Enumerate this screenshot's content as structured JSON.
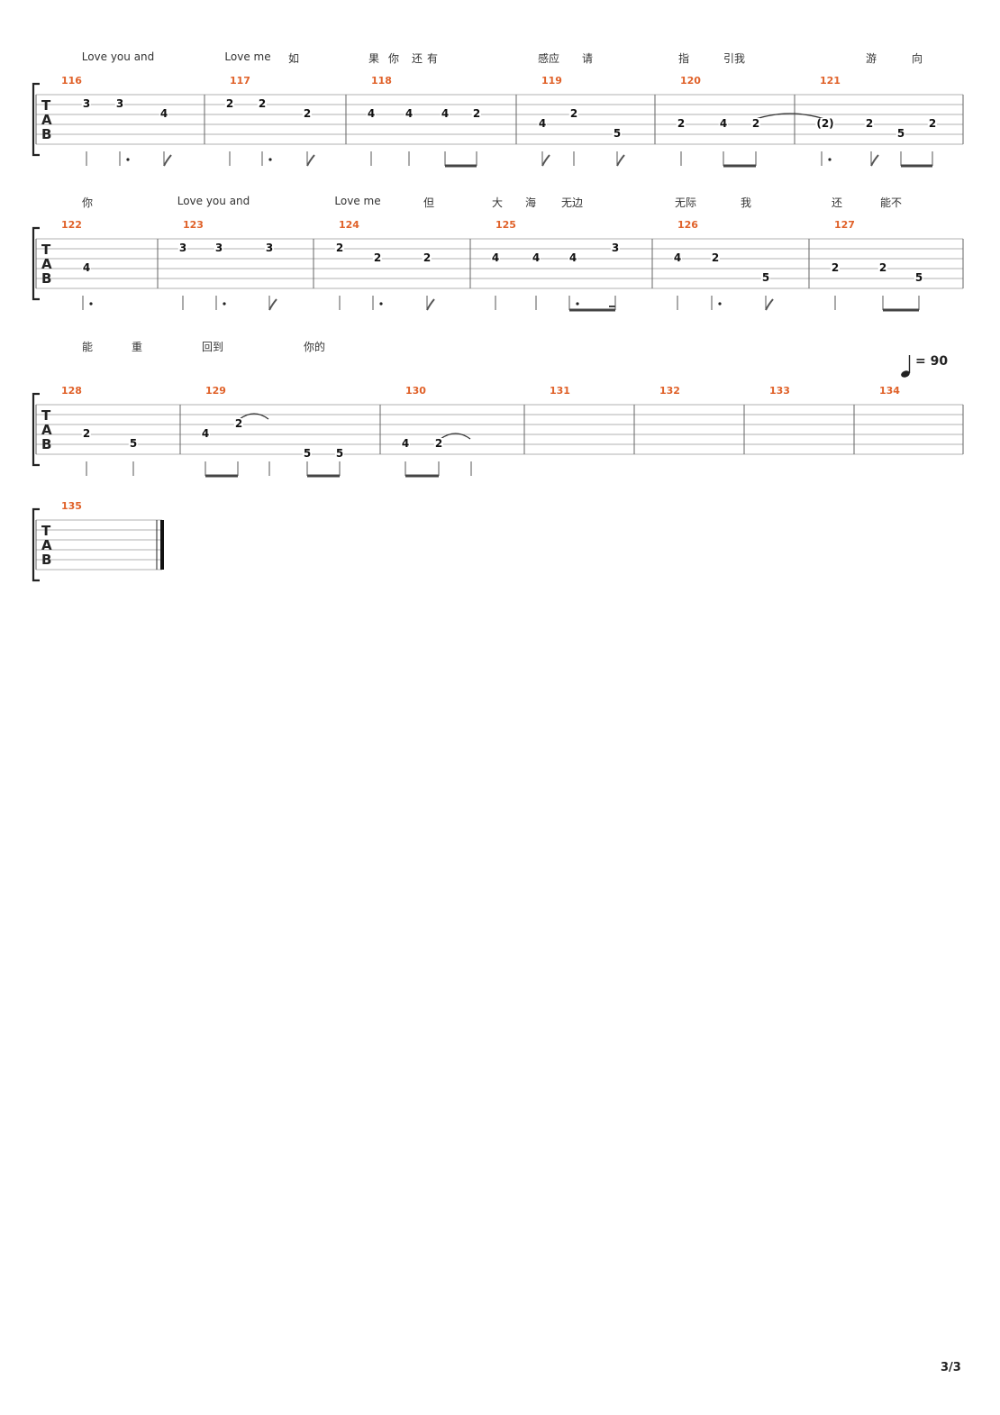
{
  "page": {
    "number": "3/3",
    "tab_label": [
      "T",
      "A",
      "B"
    ]
  },
  "tempo": {
    "bpm": "= 90"
  },
  "systems": [
    {
      "lyrics": [
        "Love you and",
        "Love me",
        "如",
        "果",
        "你",
        "还",
        "有",
        "感应",
        "请",
        "指",
        "引我",
        "游",
        "向"
      ],
      "measures": [
        {
          "number": "116",
          "notes": [
            {
              "s": 2,
              "f": "3"
            },
            {
              "s": 2,
              "f": "3"
            },
            {
              "s": 3,
              "f": "4"
            }
          ]
        },
        {
          "number": "117",
          "notes": [
            {
              "s": 2,
              "f": "2"
            },
            {
              "s": 2,
              "f": "2"
            },
            {
              "s": 3,
              "f": "2"
            }
          ]
        },
        {
          "number": "118",
          "notes": [
            {
              "s": 3,
              "f": "4"
            },
            {
              "s": 3,
              "f": "4"
            },
            {
              "s": 3,
              "f": "4"
            },
            {
              "s": 3,
              "f": "2"
            }
          ]
        },
        {
          "number": "119",
          "notes": [
            {
              "s": 4,
              "f": "4"
            },
            {
              "s": 3,
              "f": "2"
            },
            {
              "s": 5,
              "f": "5"
            }
          ]
        },
        {
          "number": "120",
          "notes": [
            {
              "s": 4,
              "f": "2"
            },
            {
              "s": 4,
              "f": "4"
            },
            {
              "s": 4,
              "f": "2"
            }
          ]
        },
        {
          "number": "121",
          "notes": [
            {
              "s": 4,
              "f": "(2)"
            },
            {
              "s": 4,
              "f": "2"
            },
            {
              "s": 5,
              "f": "5"
            },
            {
              "s": 4,
              "f": "2"
            }
          ]
        }
      ]
    },
    {
      "lyrics": [
        "你",
        "Love you and",
        "Love me",
        "但",
        "大",
        "海",
        "无边",
        "无际",
        "我",
        "还",
        "能不"
      ],
      "measures": [
        {
          "number": "122",
          "notes": [
            {
              "s": 4,
              "f": "4"
            }
          ]
        },
        {
          "number": "123",
          "notes": [
            {
              "s": 2,
              "f": "3"
            },
            {
              "s": 2,
              "f": "3"
            },
            {
              "s": 2,
              "f": "3"
            }
          ]
        },
        {
          "number": "124",
          "notes": [
            {
              "s": 2,
              "f": "2"
            },
            {
              "s": 3,
              "f": "2"
            },
            {
              "s": 3,
              "f": "2"
            }
          ]
        },
        {
          "number": "125",
          "notes": [
            {
              "s": 3,
              "f": "4"
            },
            {
              "s": 3,
              "f": "4"
            },
            {
              "s": 3,
              "f": "4"
            },
            {
              "s": 2,
              "f": "3"
            }
          ]
        },
        {
          "number": "126",
          "notes": [
            {
              "s": 3,
              "f": "4"
            },
            {
              "s": 3,
              "f": "2"
            },
            {
              "s": 5,
              "f": "5"
            }
          ]
        },
        {
          "number": "127",
          "notes": [
            {
              "s": 4,
              "f": "2"
            },
            {
              "s": 4,
              "f": "2"
            },
            {
              "s": 5,
              "f": "5"
            }
          ]
        }
      ]
    },
    {
      "lyrics": [
        "能",
        "重",
        "回到",
        "你的"
      ],
      "measures": [
        {
          "number": "128",
          "notes": [
            {
              "s": 4,
              "f": "2"
            },
            {
              "s": 5,
              "f": "5"
            }
          ]
        },
        {
          "number": "129",
          "notes": [
            {
              "s": 4,
              "f": "4"
            },
            {
              "s": 3,
              "f": "2"
            },
            {
              "s": 6,
              "f": "5"
            },
            {
              "s": 6,
              "f": "5"
            }
          ]
        },
        {
          "number": "130",
          "notes": [
            {
              "s": 5,
              "f": "4"
            },
            {
              "s": 5,
              "f": "2"
            }
          ]
        },
        {
          "number": "131",
          "notes": []
        },
        {
          "number": "132",
          "notes": []
        },
        {
          "number": "133",
          "notes": []
        },
        {
          "number": "134",
          "notes": []
        }
      ]
    },
    {
      "lyrics": [],
      "measures": [
        {
          "number": "135",
          "notes": []
        }
      ]
    }
  ]
}
